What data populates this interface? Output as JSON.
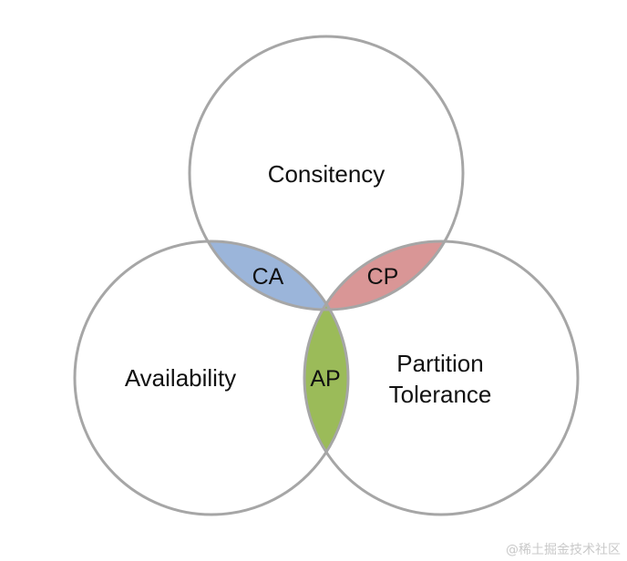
{
  "diagram": {
    "type": "venn-3",
    "sets": [
      {
        "id": "consistency",
        "label": "Consitency"
      },
      {
        "id": "availability",
        "label": "Availability"
      },
      {
        "id": "partition-tolerance",
        "label_lines": [
          "Partition",
          "Tolerance"
        ]
      }
    ],
    "overlaps": [
      {
        "id": "ca",
        "label": "CA",
        "color": "#9bb5da"
      },
      {
        "id": "cp",
        "label": "CP",
        "color": "#d99696"
      },
      {
        "id": "ap",
        "label": "AP",
        "color": "#9bbb59"
      }
    ],
    "outline_color": "#a6a6a6"
  },
  "watermark": "@稀土掘金技术社区"
}
